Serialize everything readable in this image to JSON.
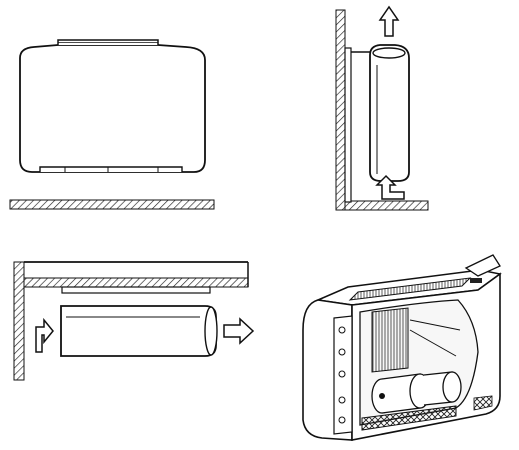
{
  "figure": {
    "panels": [
      {
        "name": "front-view-on-floor"
      },
      {
        "name": "side-view-wall-mounted",
        "airflow": {
          "inlet": "bottom",
          "outlet": "top"
        }
      },
      {
        "name": "ceiling-mounted-view",
        "airflow": {
          "inlet": "left",
          "outlet": "right"
        }
      },
      {
        "name": "cutaway-perspective-view"
      }
    ],
    "colors": {
      "line": "#111111",
      "background": "#ffffff",
      "hatch": "#222222"
    },
    "icons": [
      "arrow-up-icon",
      "arrow-up-bent-icon",
      "arrow-right-icon",
      "arrow-right-bent-icon"
    ]
  }
}
